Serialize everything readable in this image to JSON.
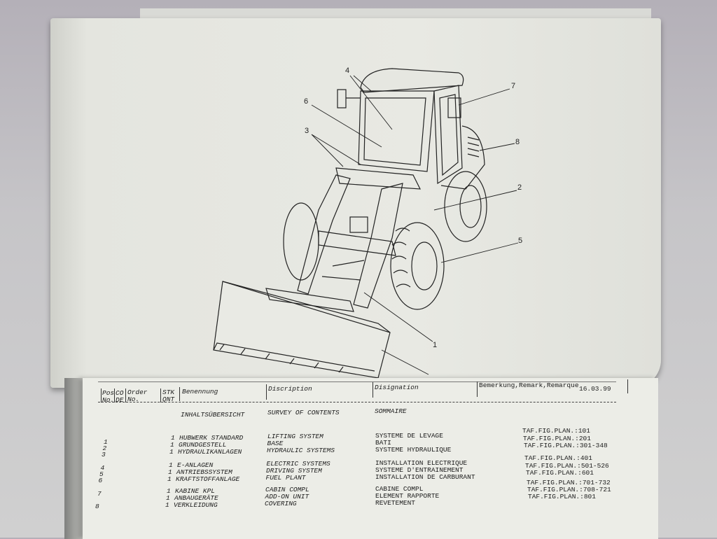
{
  "figure": {
    "callouts": [
      "4",
      "7",
      "6",
      "3",
      "8",
      "2",
      "5",
      "1"
    ]
  },
  "table": {
    "headers": {
      "pos": "Pos No.",
      "pos_line1": "Pos",
      "pos_line2": "No.",
      "code_line1": "CO",
      "code_line2": "DE",
      "order_line1": "Order",
      "order_line2": "No.",
      "qty_line1": "STK",
      "qty_line2": "QNT",
      "benennung": "Benennung",
      "description": "Discription",
      "designation": "Disignation",
      "remark": "Bemerkung,Remark,Remarque",
      "date": "16.03.99"
    },
    "section_titles": {
      "de": "INHALTSÜBERSICHT",
      "en": "SURVEY OF CONTENTS",
      "fr": "SOMMAIRE"
    },
    "rows": [
      {
        "pos": "1",
        "qty": "1",
        "de": "HUBWERK STANDARD",
        "en": "LIFTING SYSTEM",
        "fr": "SYSTEME DE LEVAGE",
        "remark": "TAF.FIG.PLAN.:101"
      },
      {
        "pos": "2",
        "qty": "1",
        "de": "GRUNDGESTELL",
        "en": "BASE",
        "fr": "BATI",
        "remark": "TAF.FIG.PLAN.:201"
      },
      {
        "pos": "3",
        "qty": "1",
        "de": "HYDRAULIKANLAGEN",
        "en": "HYDRAULIC SYSTEMS",
        "fr": "SYSTEME HYDRAULIQUE",
        "remark": "TAF.FIG.PLAN.:301-348"
      },
      {
        "pos": "4",
        "qty": "1",
        "de": "E-ANLAGEN",
        "en": "ELECTRIC SYSTEMS",
        "fr": "INSTALLATION ELECTRIQUE",
        "remark": "TAF.FIG.PLAN.:401"
      },
      {
        "pos": "5",
        "qty": "1",
        "de": "ANTRIEBSSYSTEM",
        "en": "DRIVING SYSTEM",
        "fr": "SYSTEME D'ENTRAINEMENT",
        "remark": "TAF.FIG.PLAN.:501-526"
      },
      {
        "pos": "6",
        "qty": "1",
        "de": "KRAFTSTOFFANLAGE",
        "en": "FUEL PLANT",
        "fr": "INSTALLATION DE CARBURANT",
        "remark": "TAF.FIG.PLAN.:601"
      },
      {
        "pos": "7",
        "qty": "1",
        "de": "KABINE KPL",
        "en": "CABIN COMPL",
        "fr": "CABINE COMPL",
        "remark": "TAF.FIG.PLAN.:701-732"
      },
      {
        "pos": "",
        "qty": "1",
        "de": "ANBAUGERÄTE",
        "en": "ADD-ON UNIT",
        "fr": "ELEMENT RAPPORTE",
        "remark": "TAF.FIG.PLAN.:708-721"
      },
      {
        "pos": "8",
        "qty": "1",
        "de": "VERKLEIDUNG",
        "en": "COVERING",
        "fr": "REVETEMENT",
        "remark": "TAF.FIG.PLAN.:801"
      }
    ]
  }
}
